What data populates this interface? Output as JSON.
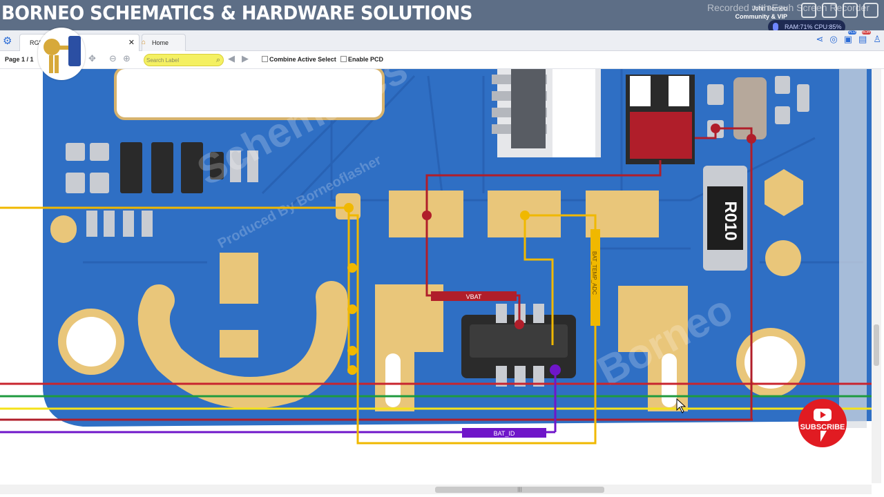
{
  "banner": {
    "title": "BORNEO SCHEMATICS & HARDWARE SOLUTIONS",
    "recorder_watermark": "Recorded with Ezuh Screen Recorder",
    "user_name": "John Borneo",
    "user_role": "Community & VIP",
    "ram": "RAM:71%",
    "cpu": "CPU:85%"
  },
  "tabs": {
    "file_tab_label": "RGER DATA.pdf",
    "close_glyph": "✕",
    "home_tab_label": "Home"
  },
  "toolbar": {
    "page_indicator": "Page 1 / 1",
    "search_placeholder": "Search Label",
    "combine_label": "Combine Active Select",
    "pcd_label": "Enable PCD"
  },
  "badges": {
    "pcd": "PCD",
    "bom": "BOM"
  },
  "schematic": {
    "nets": [
      {
        "label": "VBAT",
        "color": "#b01e2a"
      },
      {
        "label": "BAT_TEMP_ADC",
        "color": "#f0b800"
      },
      {
        "label": "BAT_ID",
        "color": "#6f16c9"
      }
    ],
    "board_color": "#2f6fc4",
    "pad_color": "#e9c67a",
    "resistor_marking": "R010",
    "watermarks": [
      "Borneo",
      "Schematics",
      "Produced By Borneoflasher"
    ]
  },
  "overlay": {
    "subscribe_label": "SUBSCRIBE"
  }
}
